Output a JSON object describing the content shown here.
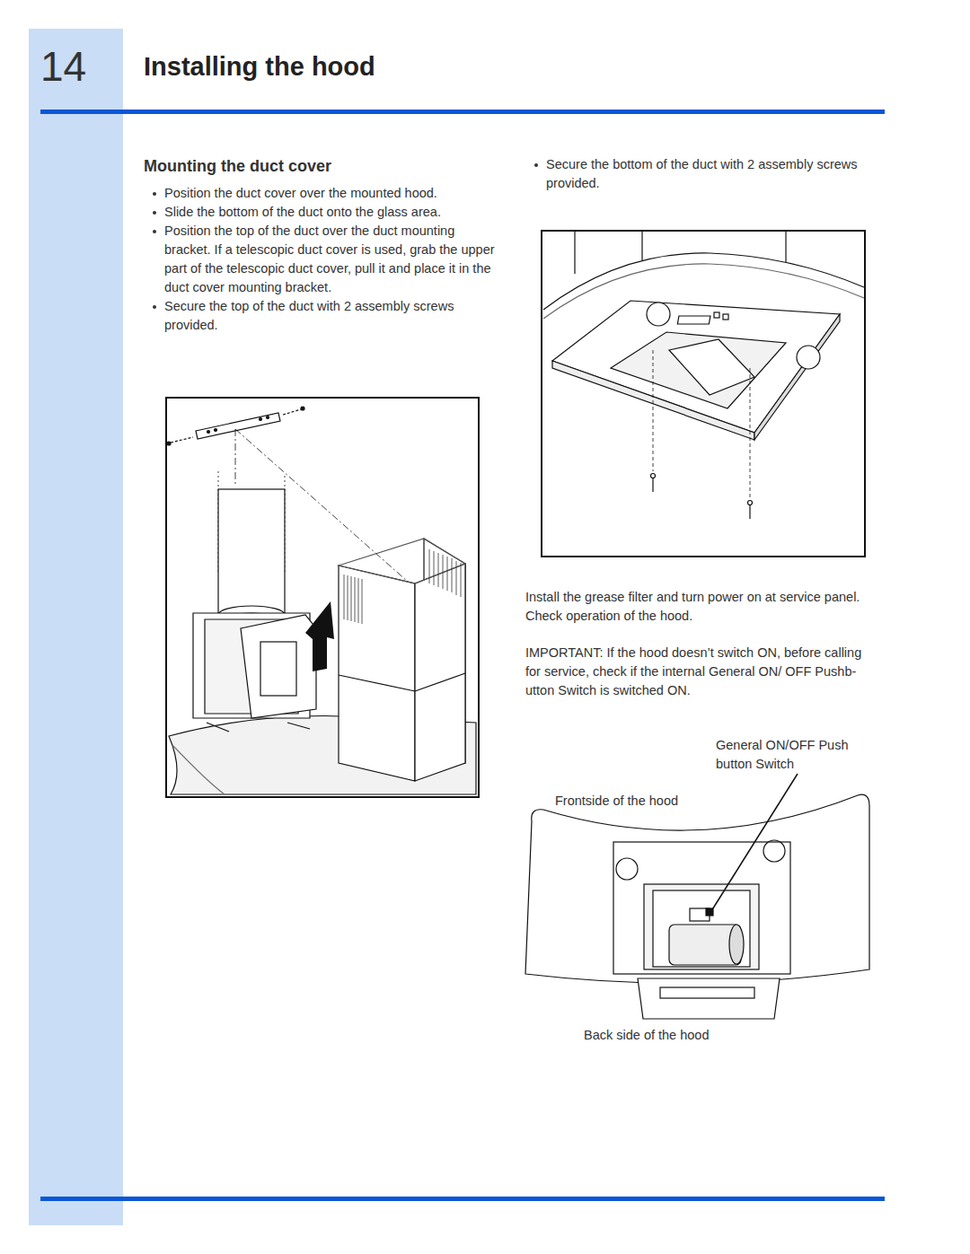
{
  "diagram": {
    "title": "Installing the hood",
    "labels": [
      "14",
      "Mounting the duct cover",
      "Position the duct cover over the mounted hood.",
      "Slide the bottom of the duct onto the glass area.",
      "Position the top of the duct over the duct mounting bracket. If a telescopic duct cover is used, grab the upper part of the telescopic duct cover, pull it and place it in the duct cover mounting bracket.",
      "Secure the top of the duct with 2 assembly screws provided.",
      "Secure the bottom of the duct with 2 assembly screws provided.",
      "Install the grease filter and turn power on at service panel. Check operation of the hood.",
      "IMPORTANT: If the hood doesn’t switch ON, before calling for service, check if the internal General ON/ OFF Pushb-utton Switch is switched ON.",
      "General ON/OFF Push button Switch",
      "Frontside of the hood",
      "Back side of the hood"
    ]
  }
}
